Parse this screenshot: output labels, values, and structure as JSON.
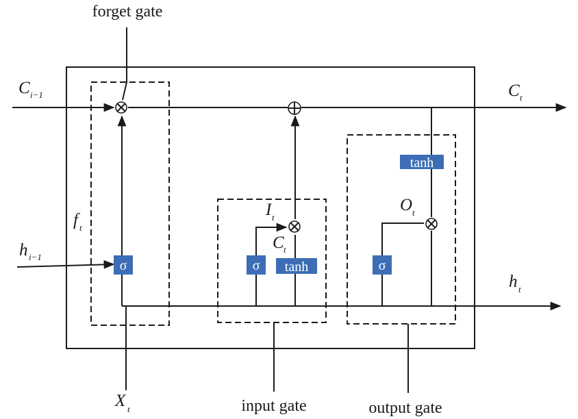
{
  "labels": {
    "forget_gate": "forget gate",
    "input_gate": "input gate",
    "output_gate": "output gate"
  },
  "symbols": {
    "c_prev": {
      "main": "C",
      "sub": "i−1"
    },
    "c_t": {
      "main": "C",
      "sub": "t"
    },
    "h_prev": {
      "main": "h",
      "sub": "i−1"
    },
    "h_t": {
      "main": "h",
      "sub": "t"
    },
    "x_t": {
      "main": "X",
      "sub": "t"
    },
    "f_t": {
      "main": "f",
      "sub": "t"
    },
    "i_t": {
      "main": "I",
      "sub": "t"
    },
    "c_tilde": {
      "main": "C",
      "sub": "t"
    },
    "o_t": {
      "main": "O",
      "sub": "t"
    }
  },
  "blocks": {
    "sigma": "σ",
    "tanh": "tanh"
  },
  "colors": {
    "block_fill": "#3d6eb5",
    "line": "#1a1a1a"
  }
}
